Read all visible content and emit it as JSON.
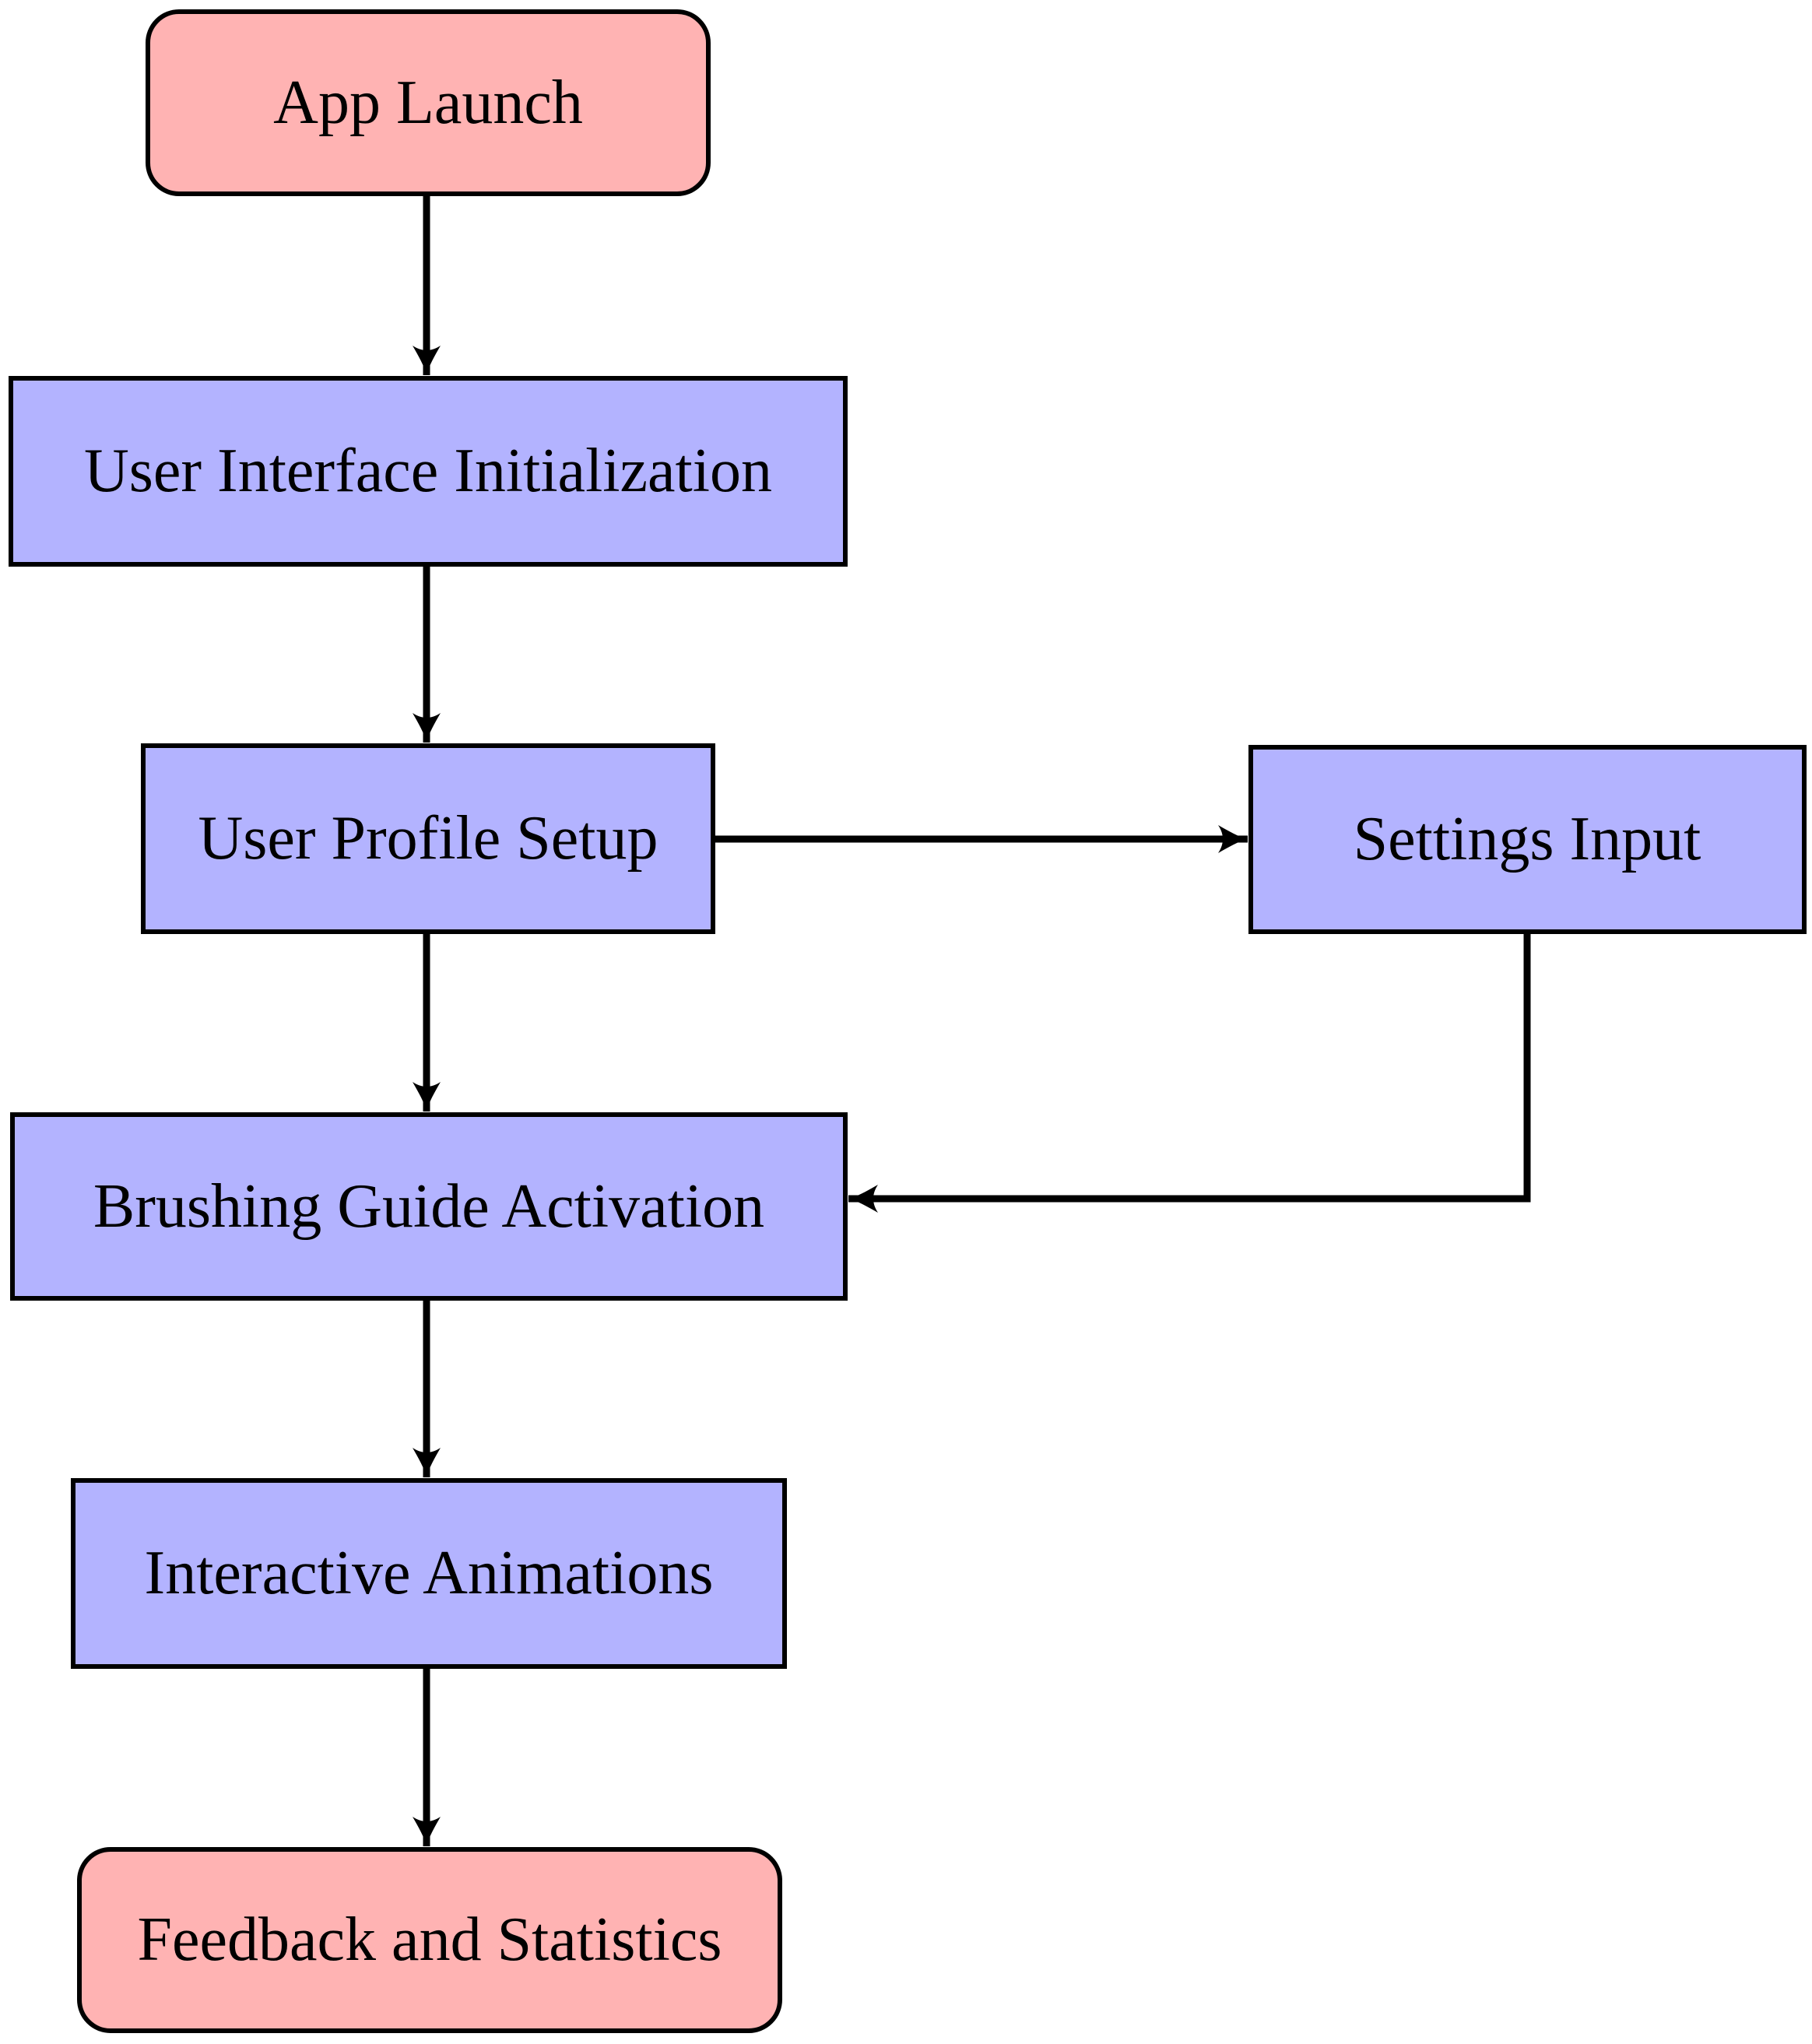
{
  "diagram": {
    "type": "flowchart",
    "nodes": {
      "app_launch": {
        "label": "App Launch",
        "shape": "rounded-rect",
        "role": "start",
        "fill": "#ffb3b3"
      },
      "ui_init": {
        "label": "User Interface Initialization",
        "shape": "rect",
        "role": "process",
        "fill": "#b3b3ff"
      },
      "profile_setup": {
        "label": "User Profile Setup",
        "shape": "rect",
        "role": "process",
        "fill": "#b3b3ff"
      },
      "settings_input": {
        "label": "Settings Input",
        "shape": "rect",
        "role": "process",
        "fill": "#b3b3ff"
      },
      "brushing_guide": {
        "label": "Brushing Guide Activation",
        "shape": "rect",
        "role": "process",
        "fill": "#b3b3ff"
      },
      "interactive_animations": {
        "label": "Interactive Animations",
        "shape": "rect",
        "role": "process",
        "fill": "#b3b3ff"
      },
      "feedback_stats": {
        "label": "Feedback and Statistics",
        "shape": "rounded-rect",
        "role": "end",
        "fill": "#ffb3b3"
      }
    },
    "edges": [
      {
        "from": "app_launch",
        "to": "ui_init",
        "routing": "straight-down"
      },
      {
        "from": "ui_init",
        "to": "profile_setup",
        "routing": "straight-down"
      },
      {
        "from": "profile_setup",
        "to": "settings_input",
        "routing": "straight-right"
      },
      {
        "from": "profile_setup",
        "to": "brushing_guide",
        "routing": "straight-down"
      },
      {
        "from": "settings_input",
        "to": "brushing_guide",
        "routing": "elbow-down-left"
      },
      {
        "from": "brushing_guide",
        "to": "interactive_animations",
        "routing": "straight-down"
      },
      {
        "from": "interactive_animations",
        "to": "feedback_stats",
        "routing": "straight-down"
      }
    ],
    "colors": {
      "start_end_fill": "#ffb3b3",
      "process_fill": "#b3b3ff",
      "border": "#000000",
      "arrow": "#000000",
      "background": "#ffffff"
    }
  }
}
